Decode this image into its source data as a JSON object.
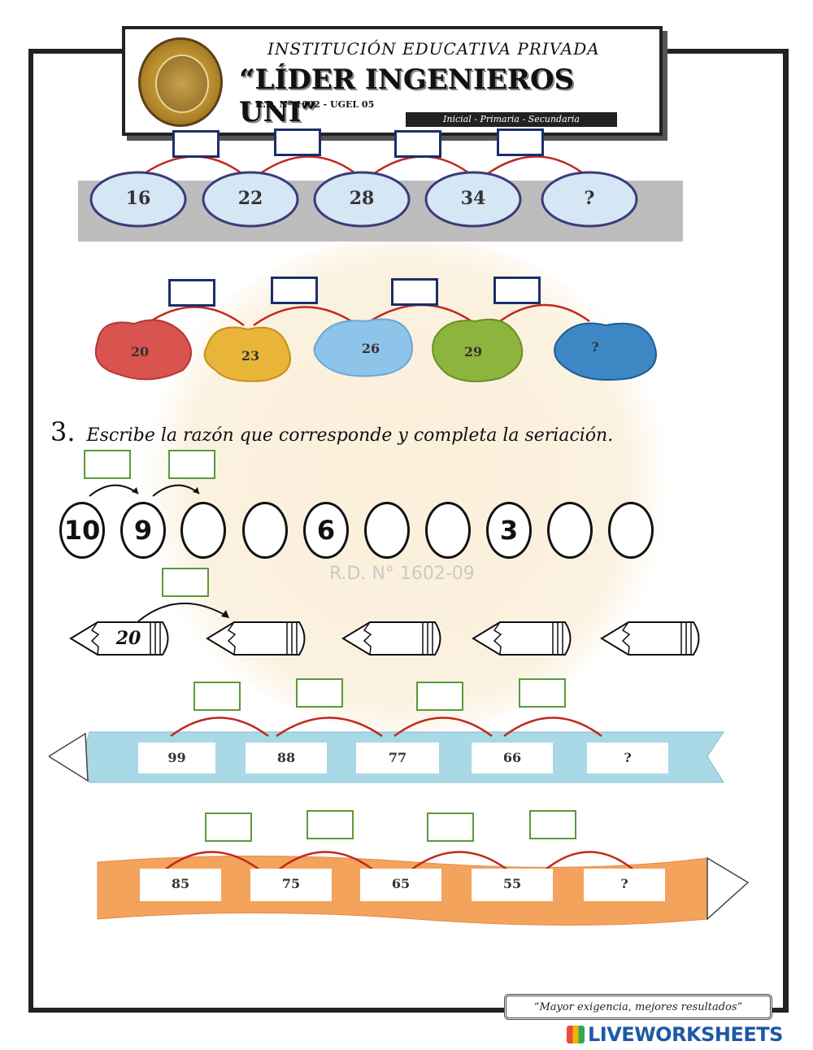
{
  "header": {
    "line1": "INSTITUCIÓN EDUCATIVA PRIVADA",
    "line2": "“LÍDER INGENIEROS UNI”",
    "line3": "R.D. Nº 1602 - UGEL 05",
    "line4": "Inicial - Primaria - Secundaria"
  },
  "watermark": {
    "rd": "R.D. N° 1602-09"
  },
  "series_clouds": {
    "values": [
      "16",
      "22",
      "28",
      "34",
      "?"
    ],
    "colors": {
      "fill": "#d5e6f5",
      "stroke": "#3b3b7a"
    }
  },
  "series_leaves": {
    "values": [
      "20",
      "23",
      "26",
      "29",
      "?"
    ],
    "colors": [
      "#d9534f",
      "#e8b53a",
      "#8ec3ea",
      "#8db43c",
      "#3c87c4"
    ]
  },
  "exercise3": {
    "number": "3.",
    "instruction": "Escribe la razón que corresponde y completa la seriación."
  },
  "series_ovals": {
    "values": [
      "10",
      "9",
      "",
      "",
      "6",
      "",
      "",
      "3",
      "",
      ""
    ]
  },
  "series_pencils": {
    "values": [
      "20",
      "",
      "",
      "",
      ""
    ]
  },
  "series_ribbon_blue": {
    "values": [
      "99",
      "88",
      "77",
      "66",
      "?"
    ],
    "color": "#a9d8e6"
  },
  "series_ribbon_orange": {
    "values": [
      "85",
      "75",
      "65",
      "55",
      "?"
    ],
    "color": "#f3a35b"
  },
  "footer": {
    "slogan": "“Mayor exigencia, mejores resultados”",
    "brand": "LIVEWORKSHEETS"
  }
}
